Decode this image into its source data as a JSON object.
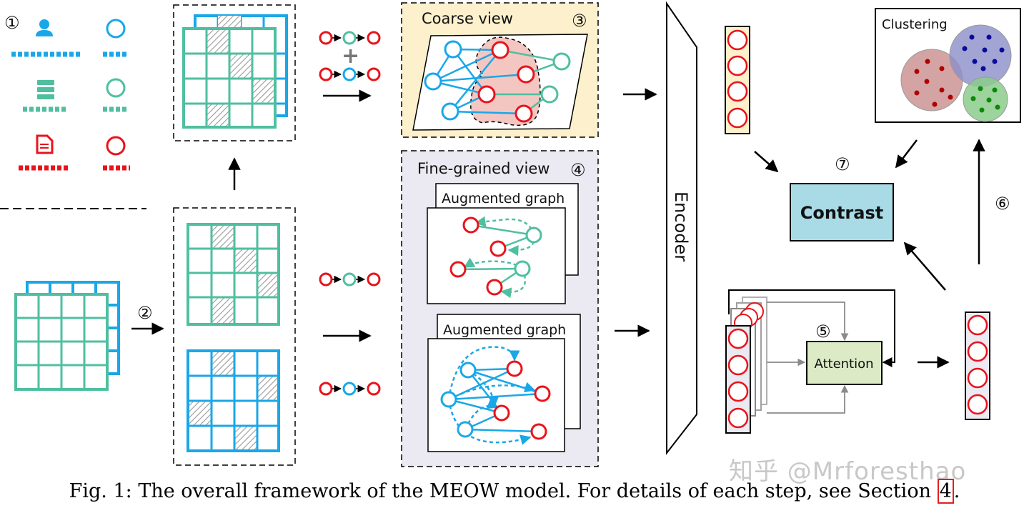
{
  "colors": {
    "blue": "#1aa7e8",
    "green": "#4fbfa0",
    "red": "#e8141c",
    "coarse_bg": "#fdf0cc",
    "fine_bg": "#ebe9f1",
    "contrast_bg": "#a9dbe7",
    "attention_bg": "#dcebc6"
  },
  "steps": {
    "s1": "①",
    "s2": "②",
    "s3": "③",
    "s4": "④",
    "s5": "⑤",
    "s6": "⑥",
    "s7": "⑦"
  },
  "legend": {
    "icons": [
      "user-icon",
      "server-icon",
      "document-icon"
    ]
  },
  "coarse": {
    "title": "Coarse view"
  },
  "fine": {
    "title": "Fine-grained view",
    "aug1": "Augmented graph",
    "aug2": "Augmented graph"
  },
  "encoder": {
    "label": "Encoder"
  },
  "clustering": {
    "title": "Clustering"
  },
  "contrast": {
    "label": "Contrast"
  },
  "attention": {
    "label": "Attention"
  },
  "caption": {
    "text": "Fig. 1: The overall framework of the MEOW model. For details of each step, see Section ",
    "ref": "4",
    "end": "."
  },
  "watermark": "知乎 @Mrforesthao"
}
